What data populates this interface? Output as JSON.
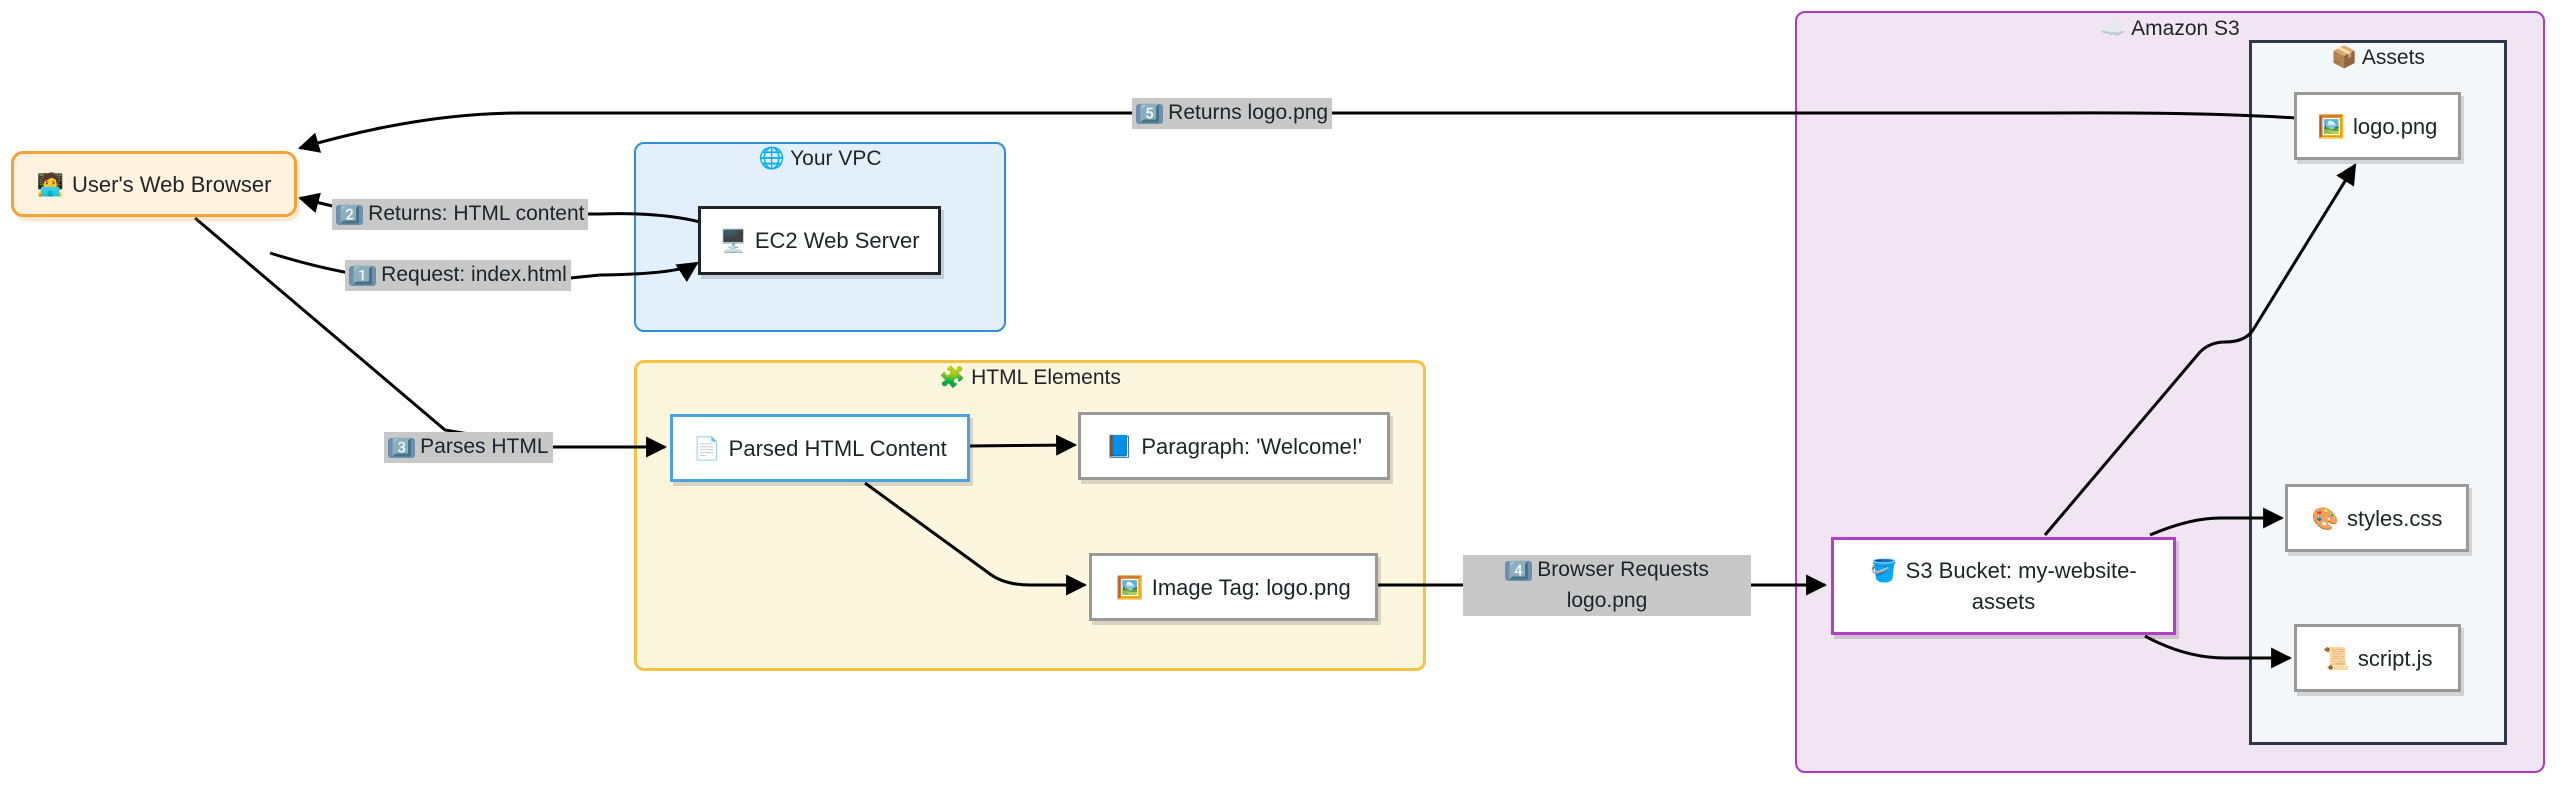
{
  "groups": {
    "s3": {
      "title": "Amazon S3",
      "icon": "cloud-icon",
      "glyph": "☁️"
    },
    "assets": {
      "title": "Assets",
      "icon": "package-icon",
      "glyph": "📦"
    },
    "vpc": {
      "title": "Your VPC",
      "icon": "globe-icon",
      "glyph": "🌐"
    },
    "html": {
      "title": "HTML Elements",
      "icon": "puzzle-icon",
      "glyph": "🧩"
    }
  },
  "nodes": {
    "browser": {
      "label": "User's Web Browser",
      "icon": "technologist-icon",
      "glyph": "🧑‍💻"
    },
    "ec2": {
      "label": "EC2 Web Server",
      "icon": "desktop-icon",
      "glyph": "🖥️"
    },
    "parsed": {
      "label": "Parsed HTML Content",
      "icon": "page-icon",
      "glyph": "📄"
    },
    "paragraph": {
      "label": "Paragraph: 'Welcome!'",
      "icon": "blue-book-icon",
      "glyph": "📘"
    },
    "imagetag": {
      "label": "Image Tag: logo.png",
      "icon": "picture-icon",
      "glyph": "🖼️"
    },
    "bucket": {
      "label": "S3 Bucket: my-website-assets",
      "icon": "bucket-icon",
      "glyph": "🪣"
    },
    "logo": {
      "label": "logo.png",
      "icon": "picture-icon",
      "glyph": "🖼️"
    },
    "styles": {
      "label": "styles.css",
      "icon": "palette-icon",
      "glyph": "🎨"
    },
    "script": {
      "label": "script.js",
      "icon": "scroll-icon",
      "glyph": "📜"
    }
  },
  "edges": {
    "e1": {
      "num": "1️⃣",
      "label": "Request: index.html"
    },
    "e2": {
      "num": "2️⃣",
      "label": "Returns: HTML content"
    },
    "e3": {
      "num": "3️⃣",
      "label": "Parses HTML"
    },
    "e4": {
      "num": "4️⃣",
      "label": "Browser Requests logo.png"
    },
    "e5": {
      "num": "5️⃣",
      "label": "Returns logo.png"
    }
  },
  "colors": {
    "s3_fill": "#f1e4f3",
    "s3_border": "#a93cc4",
    "assets_fill": "#f3f7f8",
    "assets_border": "#2d3748",
    "vpc_fill": "#e3f0fc",
    "vpc_border": "#2f8fd8",
    "html_fill": "#fdf6df",
    "html_border": "#f6c244",
    "browser_fill": "#fff3e0",
    "browser_border": "#f2a33a",
    "edge": "#000000",
    "edge_label_bg": "#c8c8c8"
  }
}
